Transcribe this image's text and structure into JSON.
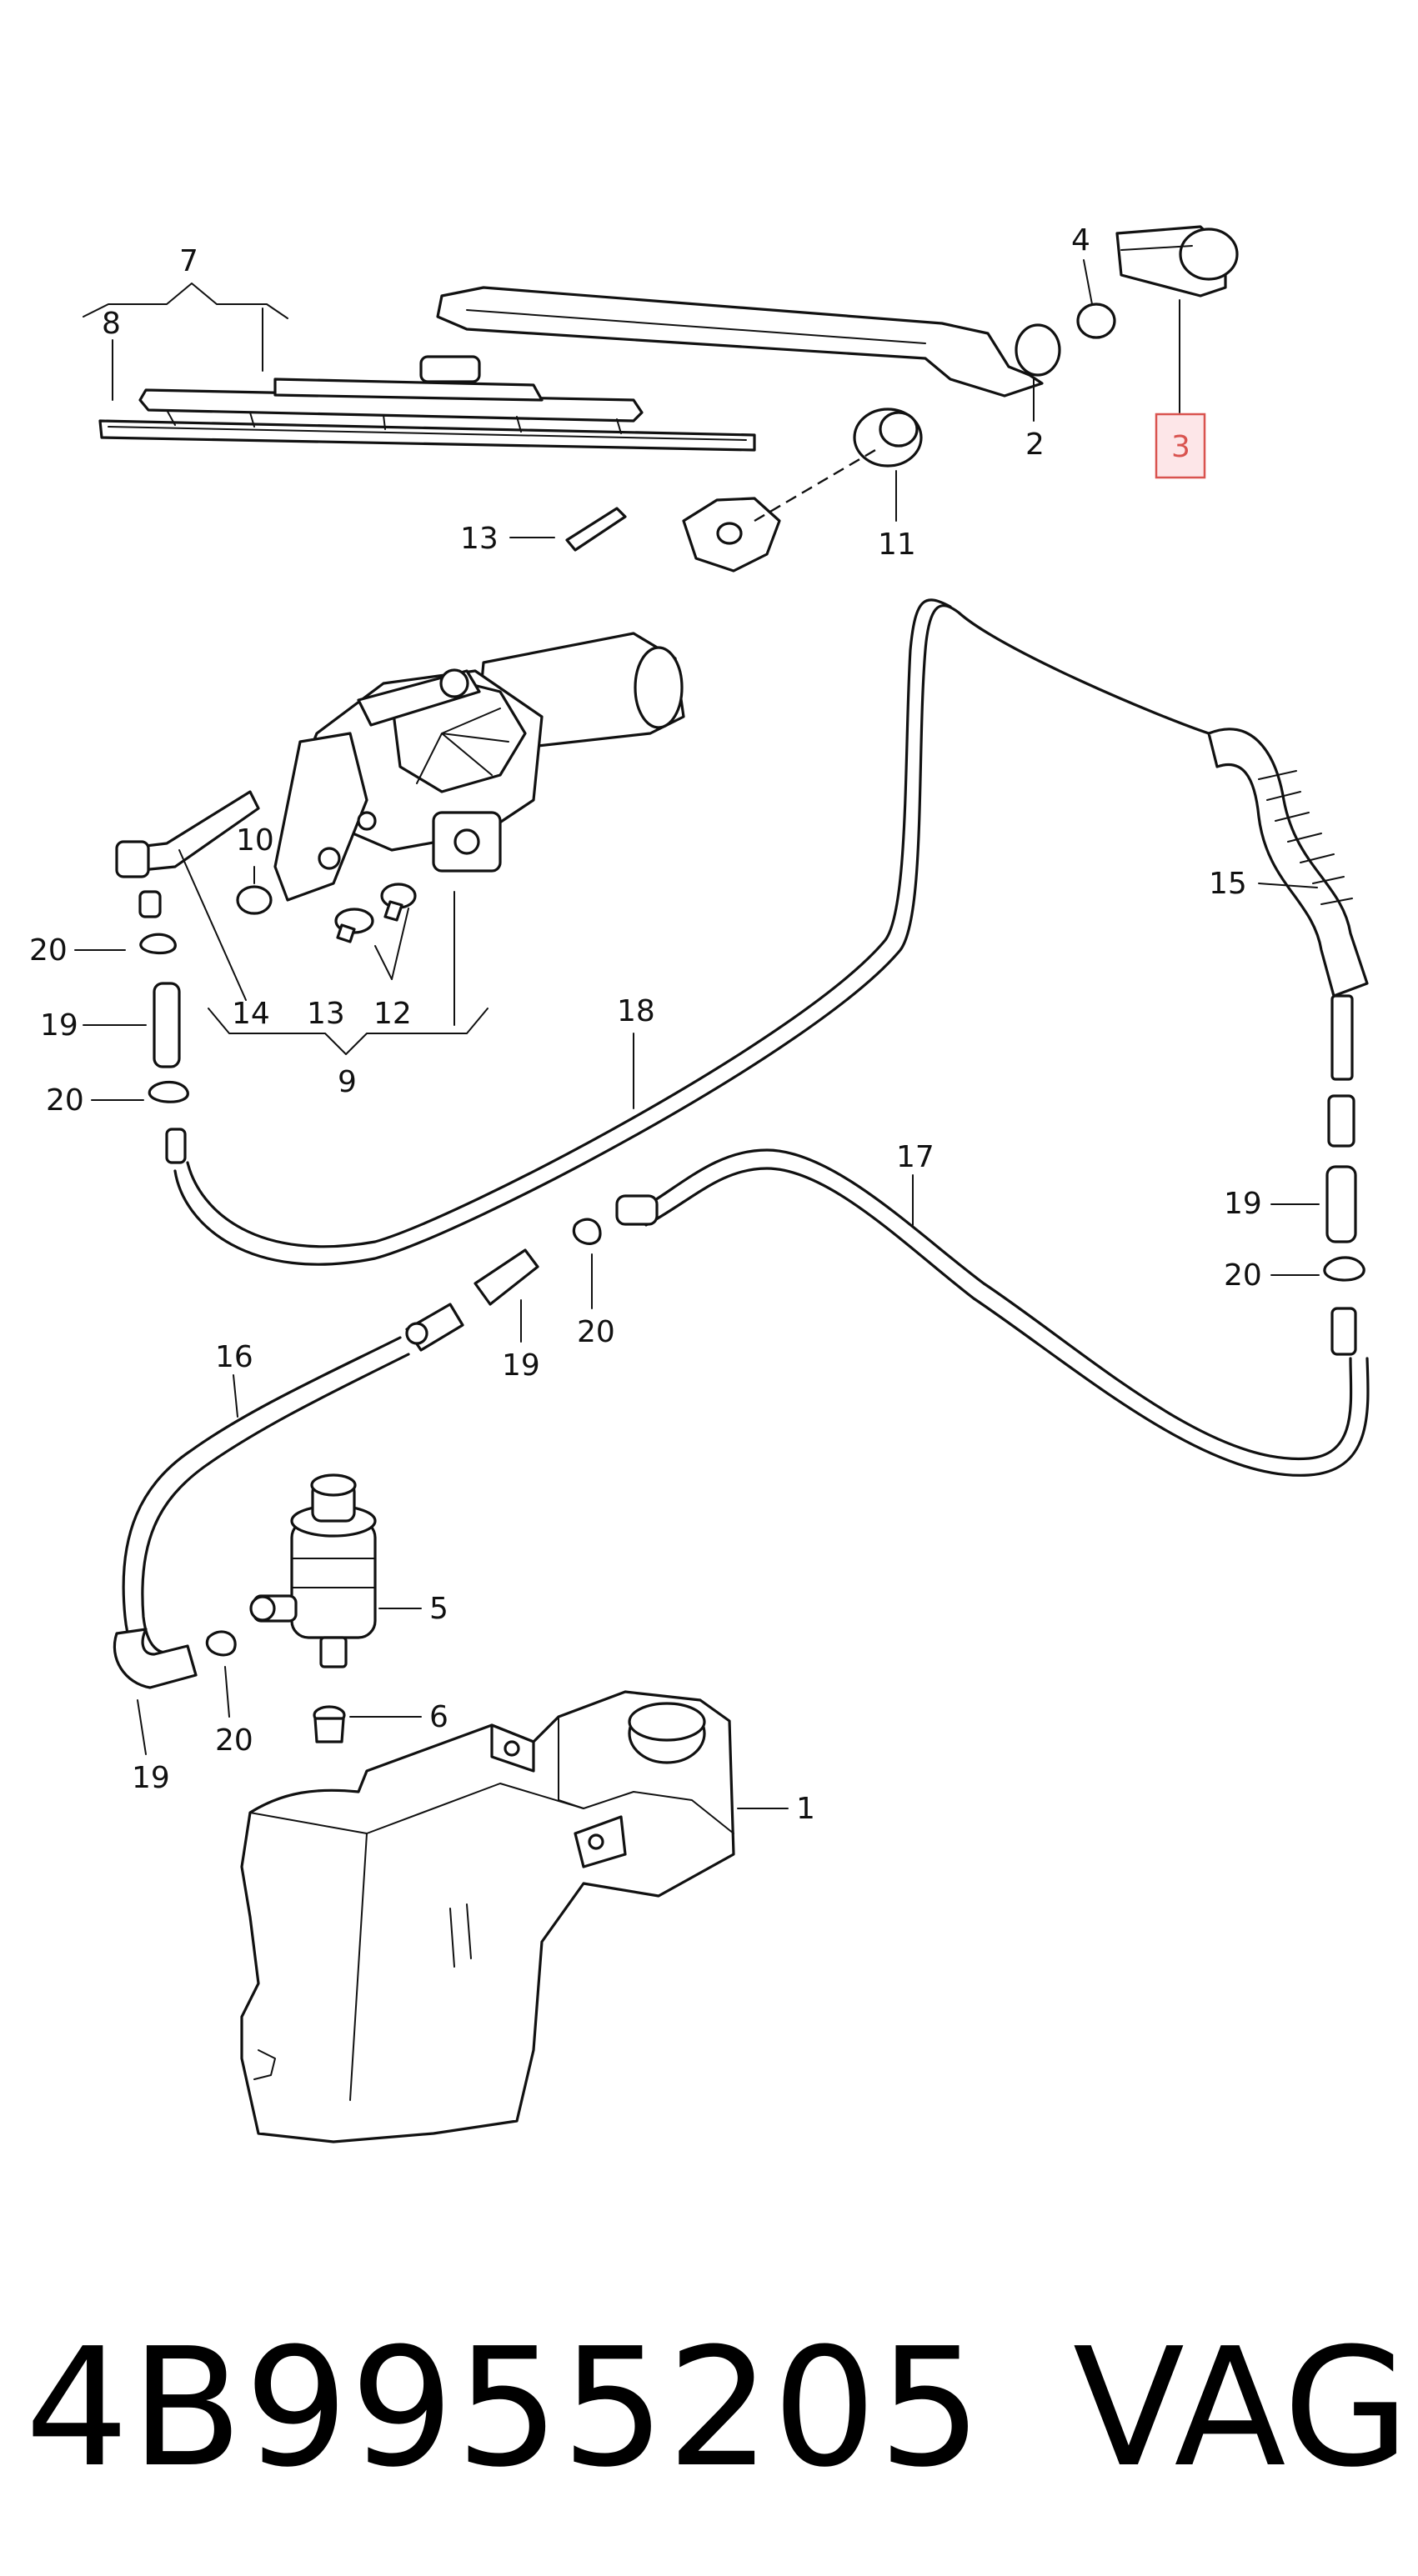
{
  "labels": {
    "l1": "1",
    "l2": "2",
    "l3": "3",
    "l4": "4",
    "l5": "5",
    "l6": "6",
    "l7": "7",
    "l8": "8",
    "l9": "9",
    "l10": "10",
    "l11": "11",
    "l12": "12",
    "l13a": "13",
    "l13b": "13",
    "l14": "14",
    "l15": "15",
    "l16": "16",
    "l17": "17",
    "l18": "18",
    "l19a": "19",
    "l19b": "19",
    "l19c": "19",
    "l19d": "19",
    "l20a": "20",
    "l20b": "20",
    "l20c": "20",
    "l20d": "20",
    "l20e": "20"
  },
  "highlighted_label": "3",
  "highlight_color": "#d9534f",
  "footer": {
    "part_number": "4B9955205",
    "brand": "VAG"
  }
}
